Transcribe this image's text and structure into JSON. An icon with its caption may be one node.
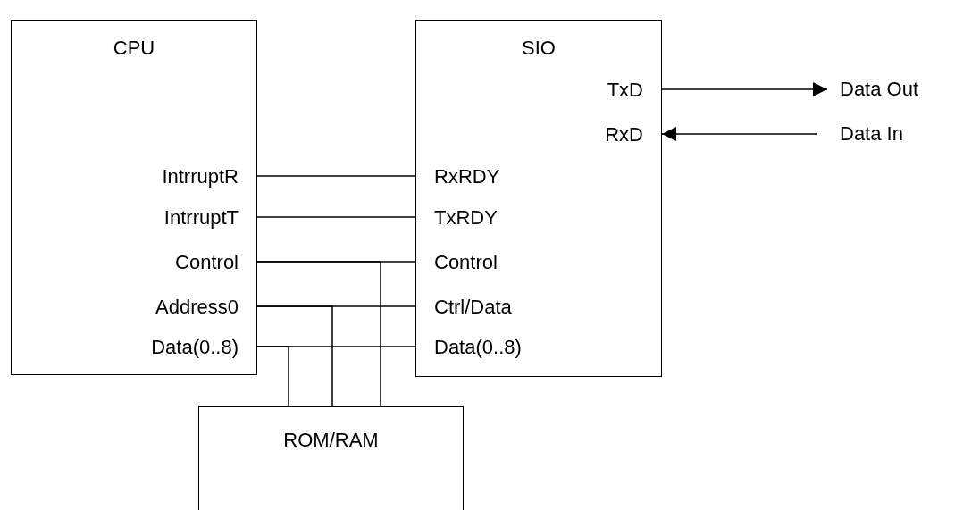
{
  "diagram": {
    "nodes": [
      {
        "text": [
          "CPU"
        ]
      },
      {
        "text": [
          "IntrruptR"
        ],
        "in": 0
      },
      {
        "text": [
          "IntrruptT"
        ],
        "in": 0
      },
      {
        "text": [
          "Control"
        ],
        "in": 0
      },
      {
        "text": [
          "Address0"
        ],
        "in": 0
      },
      {
        "text": [
          "Data(0..8)"
        ],
        "in": 0
      },
      {
        "text": [
          "SIO"
        ]
      },
      {
        "text": [
          "TxD"
        ],
        "in": 6
      },
      {
        "text": [
          "RxD"
        ],
        "in": 6
      },
      {
        "text": [
          "RxRDY"
        ],
        "in": 6
      },
      {
        "text": [
          "TxRDY"
        ],
        "in": 6
      },
      {
        "text": [
          "Control"
        ],
        "in": 6
      },
      {
        "text": [
          "Ctrl/Data"
        ],
        "in": 6
      },
      {
        "text": [
          "Data(0..8)"
        ],
        "in": 6
      },
      {
        "text": [
          "Data Out"
        ]
      },
      {
        "text": [
          "Data In"
        ]
      },
      {
        "text": [
          "ROM/RAM"
        ]
      }
    ],
    "edges": [
      {
        "from": 7,
        "to": 14,
        "arrow": "to"
      },
      {
        "from": 15,
        "to": 8,
        "arrow": "to"
      },
      {
        "from": 1,
        "to": 9,
        "arrow": "none"
      },
      {
        "from": 2,
        "to": 10,
        "arrow": "none"
      },
      {
        "from": 3,
        "to": 11,
        "arrow": "none"
      },
      {
        "from": 4,
        "to": 12,
        "arrow": "none"
      },
      {
        "from": 5,
        "to": 13,
        "arrow": "none"
      },
      {
        "from": 5,
        "to": 16,
        "arrow": "none"
      },
      {
        "from": 4,
        "to": 16,
        "arrow": "none"
      },
      {
        "from": 3,
        "to": 16,
        "arrow": "none"
      }
    ]
  }
}
